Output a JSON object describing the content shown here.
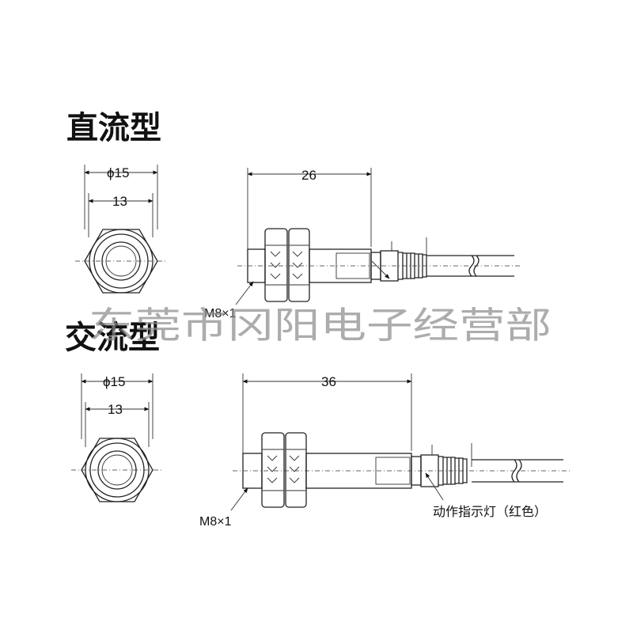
{
  "dc": {
    "title": "直流型",
    "dia_outer": "ϕ15",
    "dia_inner": "13",
    "length": "26",
    "thread": "M8×1"
  },
  "ac": {
    "title": "交流型",
    "dia_outer": "ϕ15",
    "dia_inner": "13",
    "length": "36",
    "thread": "M8×1",
    "indicator": "动作指示灯（红色）"
  },
  "watermark": "东莞市冈阳电子经营部"
}
